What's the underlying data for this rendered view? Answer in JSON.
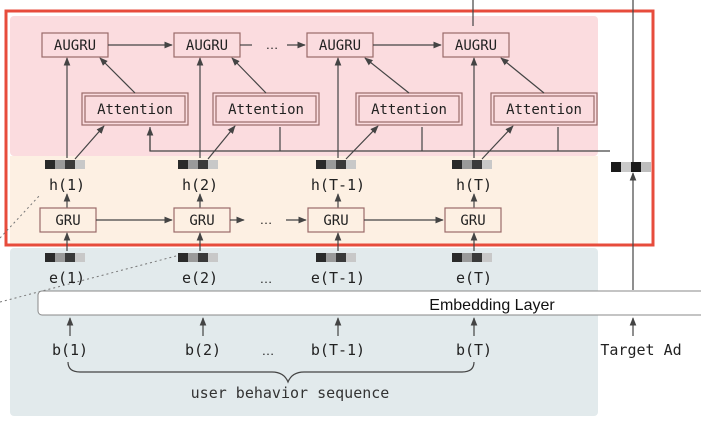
{
  "colors": {
    "interest_panel": "#fbdcdf",
    "gru_panel": "#fdf0e3",
    "embed_panel": "#e2eaec",
    "outline": "#e74c3c",
    "node_border": "#9a6a6a",
    "line": "#444444",
    "text": "#222222"
  },
  "nodes": {
    "augru": [
      "AUGRU",
      "AUGRU",
      "AUGRU",
      "AUGRU"
    ],
    "attention": [
      "Attention",
      "Attention",
      "Attention",
      "Attention"
    ],
    "gru": [
      "GRU",
      "GRU",
      "GRU",
      "GRU"
    ]
  },
  "labels": {
    "hidden": [
      "h(1)",
      "h(2)",
      "h(T-1)",
      "h(T)"
    ],
    "embedded": [
      "e(1)",
      "e(2)",
      "e(T-1)",
      "e(T)"
    ],
    "behaviors": [
      "b(1)",
      "b(2)",
      "b(T-1)",
      "b(T)"
    ],
    "ellipsis": "…",
    "embedding_layer": "Embedding Layer",
    "target_ad": "Target Ad",
    "sequence_caption": "user behavior sequence"
  }
}
